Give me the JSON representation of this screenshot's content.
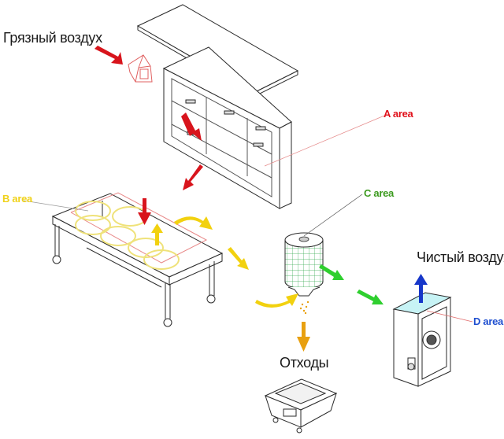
{
  "labels": {
    "dirty_air": "Грязный воздух",
    "clean_air": "Чистый воздух",
    "waste": "Отходы",
    "a_area": "A area",
    "b_area": "B area",
    "c_area": "C area",
    "d_area": "D area"
  },
  "colors": {
    "a_area": "#e0101a",
    "b_area": "#f0d21a",
    "c_area": "#3c9a1e",
    "d_area": "#1f4fd0",
    "red_arrow": "#d8141c",
    "yellow_arrow": "#f2d10f",
    "green_arrow": "#2fcf2f",
    "blue_arrow": "#1737c9",
    "orange_arrow": "#e8a010",
    "line_art": "#2a2a2a"
  }
}
